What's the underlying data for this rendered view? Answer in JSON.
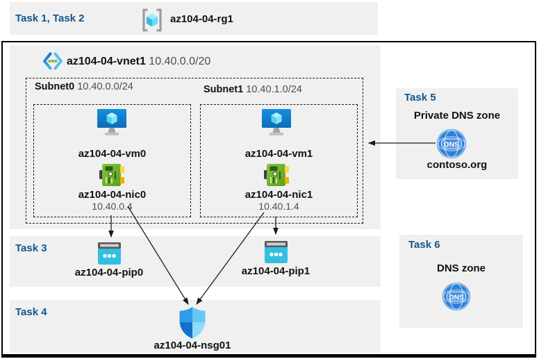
{
  "colors": {
    "band_bg": "#f0f0f0",
    "task_label_blue": "#10568f",
    "text_primary": "#111111",
    "text_secondary": "#4d4d4d",
    "border_black": "#000000",
    "dns_blue": "#2c80d8",
    "pip_cyan": "#31bfe2",
    "nic_green": "#6fb32e"
  },
  "header": {
    "tasks_label": "Task 1, Task 2",
    "resource_group": "az104-04-rg1"
  },
  "vnet": {
    "name": "az104-04-vnet1",
    "cidr": "10.40.0.0/20",
    "subnets": [
      {
        "name": "Subnet0",
        "cidr": "10.40.0.0/24",
        "vm": "az104-04-vm0",
        "nic": "az104-04-nic0",
        "ip": "10.40.0.4"
      },
      {
        "name": "Subnet1",
        "cidr": "10.40.1.0/24",
        "vm": "az104-04-vm1",
        "nic": "az104-04-nic1",
        "ip": "10.40.1.4"
      }
    ]
  },
  "task3": {
    "label": "Task 3",
    "pip0": "az104-04-pip0",
    "pip1": "az104-04-pip1"
  },
  "task4": {
    "label": "Task 4",
    "nsg": "az104-04-nsg01"
  },
  "task5": {
    "label": "Task 5",
    "title": "Private DNS zone",
    "zone": "contoso.org",
    "dns_text": "DNS"
  },
  "task6": {
    "label": "Task 6",
    "title": "DNS zone",
    "dns_text": "DNS"
  },
  "icons": {
    "resource-group-icon": "bracketed cube",
    "virtual-network-icon": "chevrons with dots",
    "vm-icon": "monitor with cube",
    "nic-icon": "green network card",
    "public-ip-icon": "cyan browser with dots",
    "nsg-icon": "blue quartered shield",
    "dns-icon": "blue globe DNS"
  },
  "connections": [
    {
      "from": "az104-04-nic0",
      "to": "az104-04-pip0"
    },
    {
      "from": "az104-04-nic1",
      "to": "az104-04-pip1"
    },
    {
      "from": "az104-04-nic0",
      "to": "az104-04-nsg01"
    },
    {
      "from": "az104-04-nic1",
      "to": "az104-04-nsg01"
    },
    {
      "from": "contoso.org",
      "to": "Subnet1"
    }
  ]
}
